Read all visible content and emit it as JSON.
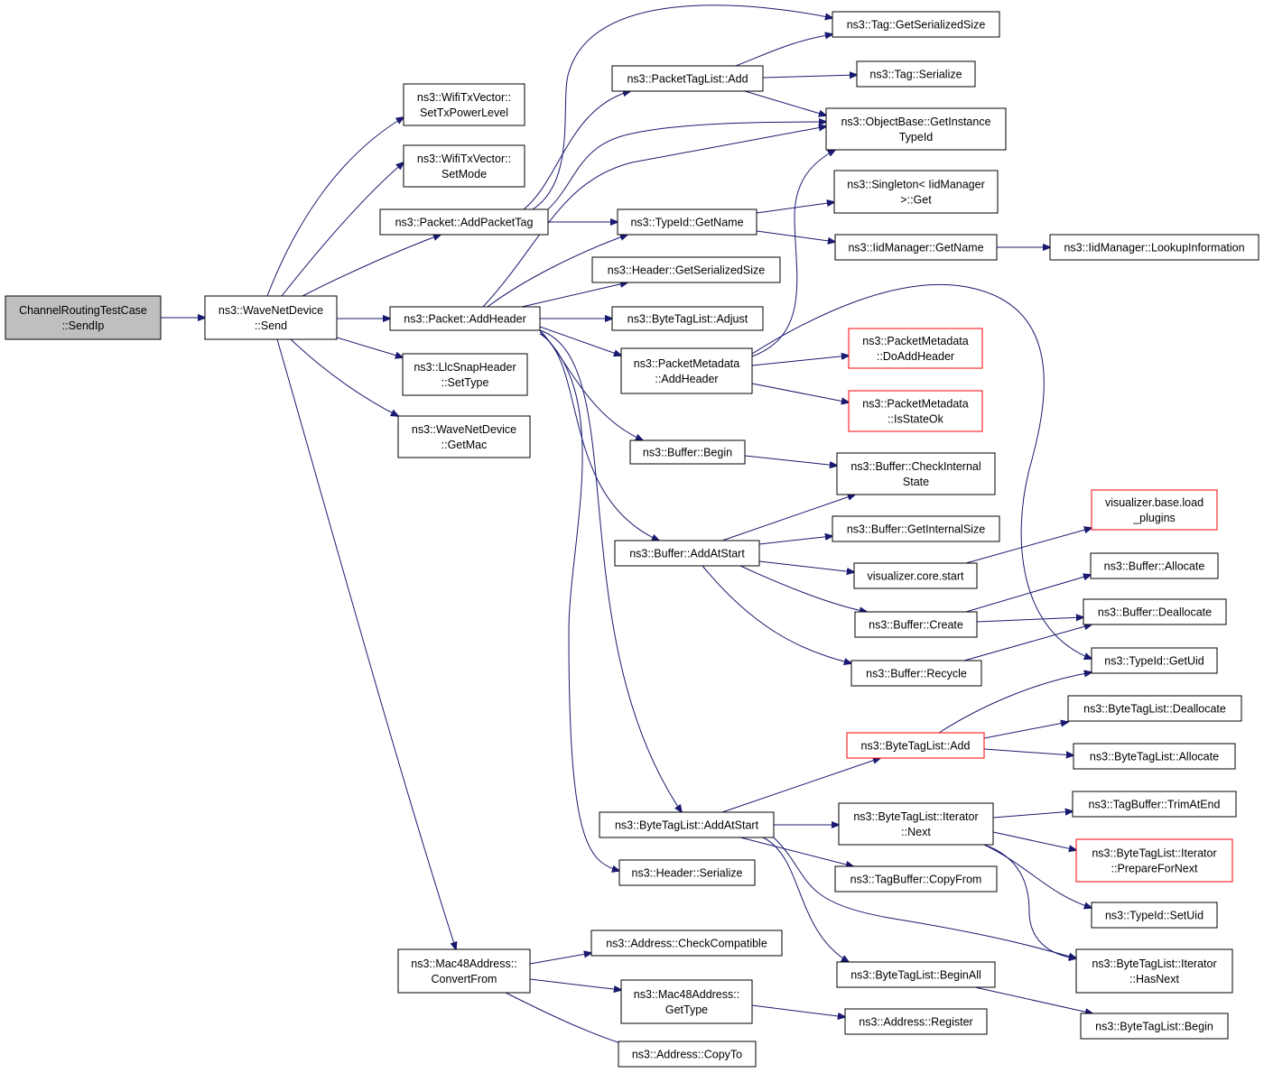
{
  "diagram": {
    "type": "call-graph",
    "colors": {
      "edge": "#191970",
      "root_fill": "#bfbfbf",
      "node_border": "#000000",
      "truncated_border": "#ff0000"
    },
    "nodes": [
      {
        "id": "root",
        "lines": [
          "ChannelRoutingTestCase",
          "::SendIp"
        ],
        "kind": "root"
      },
      {
        "id": "wnd_send",
        "lines": [
          "ns3::WaveNetDevice",
          "::Send"
        ]
      },
      {
        "id": "wtv_power",
        "lines": [
          "ns3::WifiTxVector::",
          "SetTxPowerLevel"
        ]
      },
      {
        "id": "wtv_mode",
        "lines": [
          "ns3::WifiTxVector::",
          "SetMode"
        ]
      },
      {
        "id": "pkt_addtag",
        "lines": [
          "ns3::Packet::AddPacketTag"
        ]
      },
      {
        "id": "pkt_addhdr",
        "lines": [
          "ns3::Packet::AddHeader"
        ]
      },
      {
        "id": "llc_settype",
        "lines": [
          "ns3::LlcSnapHeader",
          "::SetType"
        ]
      },
      {
        "id": "wnd_getmac",
        "lines": [
          "ns3::WaveNetDevice",
          "::GetMac"
        ]
      },
      {
        "id": "mac48_convert",
        "lines": [
          "ns3::Mac48Address::",
          "ConvertFrom"
        ]
      },
      {
        "id": "ptl_add",
        "lines": [
          "ns3::PacketTagList::Add"
        ]
      },
      {
        "id": "tag_getsize",
        "lines": [
          "ns3::Tag::GetSerializedSize"
        ]
      },
      {
        "id": "tag_serialize",
        "lines": [
          "ns3::Tag::Serialize"
        ]
      },
      {
        "id": "ob_gettid",
        "lines": [
          "ns3::ObjectBase::GetInstance",
          "TypeId"
        ]
      },
      {
        "id": "tid_getname",
        "lines": [
          "ns3::TypeId::GetName"
        ]
      },
      {
        "id": "singleton_get",
        "lines": [
          "ns3::Singleton< IidManager",
          ">::Get"
        ]
      },
      {
        "id": "iid_getname",
        "lines": [
          "ns3::IidManager::GetName"
        ]
      },
      {
        "id": "iid_lookup",
        "lines": [
          "ns3::IidManager::LookupInformation"
        ]
      },
      {
        "id": "hdr_getsize",
        "lines": [
          "ns3::Header::GetSerializedSize"
        ]
      },
      {
        "id": "btl_adjust",
        "lines": [
          "ns3::ByteTagList::Adjust"
        ]
      },
      {
        "id": "pm_addhdr",
        "lines": [
          "ns3::PacketMetadata",
          "::AddHeader"
        ]
      },
      {
        "id": "pm_doadd",
        "lines": [
          "ns3::PacketMetadata",
          "::DoAddHeader"
        ],
        "kind": "truncated"
      },
      {
        "id": "pm_isok",
        "lines": [
          "ns3::PacketMetadata",
          "::IsStateOk"
        ],
        "kind": "truncated"
      },
      {
        "id": "buf_begin",
        "lines": [
          "ns3::Buffer::Begin"
        ]
      },
      {
        "id": "buf_check",
        "lines": [
          "ns3::Buffer::CheckInternal",
          "State"
        ]
      },
      {
        "id": "buf_addstart",
        "lines": [
          "ns3::Buffer::AddAtStart"
        ]
      },
      {
        "id": "buf_getsize",
        "lines": [
          "ns3::Buffer::GetInternalSize"
        ]
      },
      {
        "id": "vis_load",
        "lines": [
          "visualizer.base.load",
          "_plugins"
        ],
        "kind": "truncated"
      },
      {
        "id": "vis_start",
        "lines": [
          "visualizer.core.start"
        ]
      },
      {
        "id": "buf_alloc",
        "lines": [
          "ns3::Buffer::Allocate"
        ]
      },
      {
        "id": "buf_create",
        "lines": [
          "ns3::Buffer::Create"
        ]
      },
      {
        "id": "buf_dealloc",
        "lines": [
          "ns3::Buffer::Deallocate"
        ]
      },
      {
        "id": "buf_recycle",
        "lines": [
          "ns3::Buffer::Recycle"
        ]
      },
      {
        "id": "tid_getuid",
        "lines": [
          "ns3::TypeId::GetUid"
        ]
      },
      {
        "id": "btl_add",
        "lines": [
          "ns3::ByteTagList::Add"
        ],
        "kind": "truncated"
      },
      {
        "id": "btl_dealloc",
        "lines": [
          "ns3::ByteTagList::Deallocate"
        ]
      },
      {
        "id": "btl_alloc",
        "lines": [
          "ns3::ByteTagList::Allocate"
        ]
      },
      {
        "id": "btl_addstart",
        "lines": [
          "ns3::ByteTagList::AddAtStart"
        ]
      },
      {
        "id": "btli_next",
        "lines": [
          "ns3::ByteTagList::Iterator",
          "::Next"
        ]
      },
      {
        "id": "tb_trim",
        "lines": [
          "ns3::TagBuffer::TrimAtEnd"
        ]
      },
      {
        "id": "btli_prep",
        "lines": [
          "ns3::ByteTagList::Iterator",
          "::PrepareForNext"
        ],
        "kind": "truncated"
      },
      {
        "id": "hdr_serialize",
        "lines": [
          "ns3::Header::Serialize"
        ]
      },
      {
        "id": "tb_copy",
        "lines": [
          "ns3::TagBuffer::CopyFrom"
        ]
      },
      {
        "id": "tid_setuid",
        "lines": [
          "ns3::TypeId::SetUid"
        ]
      },
      {
        "id": "addr_check",
        "lines": [
          "ns3::Address::CheckCompatible"
        ]
      },
      {
        "id": "btl_beginall",
        "lines": [
          "ns3::ByteTagList::BeginAll"
        ]
      },
      {
        "id": "btli_hasnext",
        "lines": [
          "ns3::ByteTagList::Iterator",
          "::HasNext"
        ]
      },
      {
        "id": "mac48_gettype",
        "lines": [
          "ns3::Mac48Address::",
          "GetType"
        ]
      },
      {
        "id": "addr_register",
        "lines": [
          "ns3::Address::Register"
        ]
      },
      {
        "id": "btl_begin",
        "lines": [
          "ns3::ByteTagList::Begin"
        ]
      },
      {
        "id": "addr_copyto",
        "lines": [
          "ns3::Address::CopyTo"
        ]
      }
    ]
  }
}
